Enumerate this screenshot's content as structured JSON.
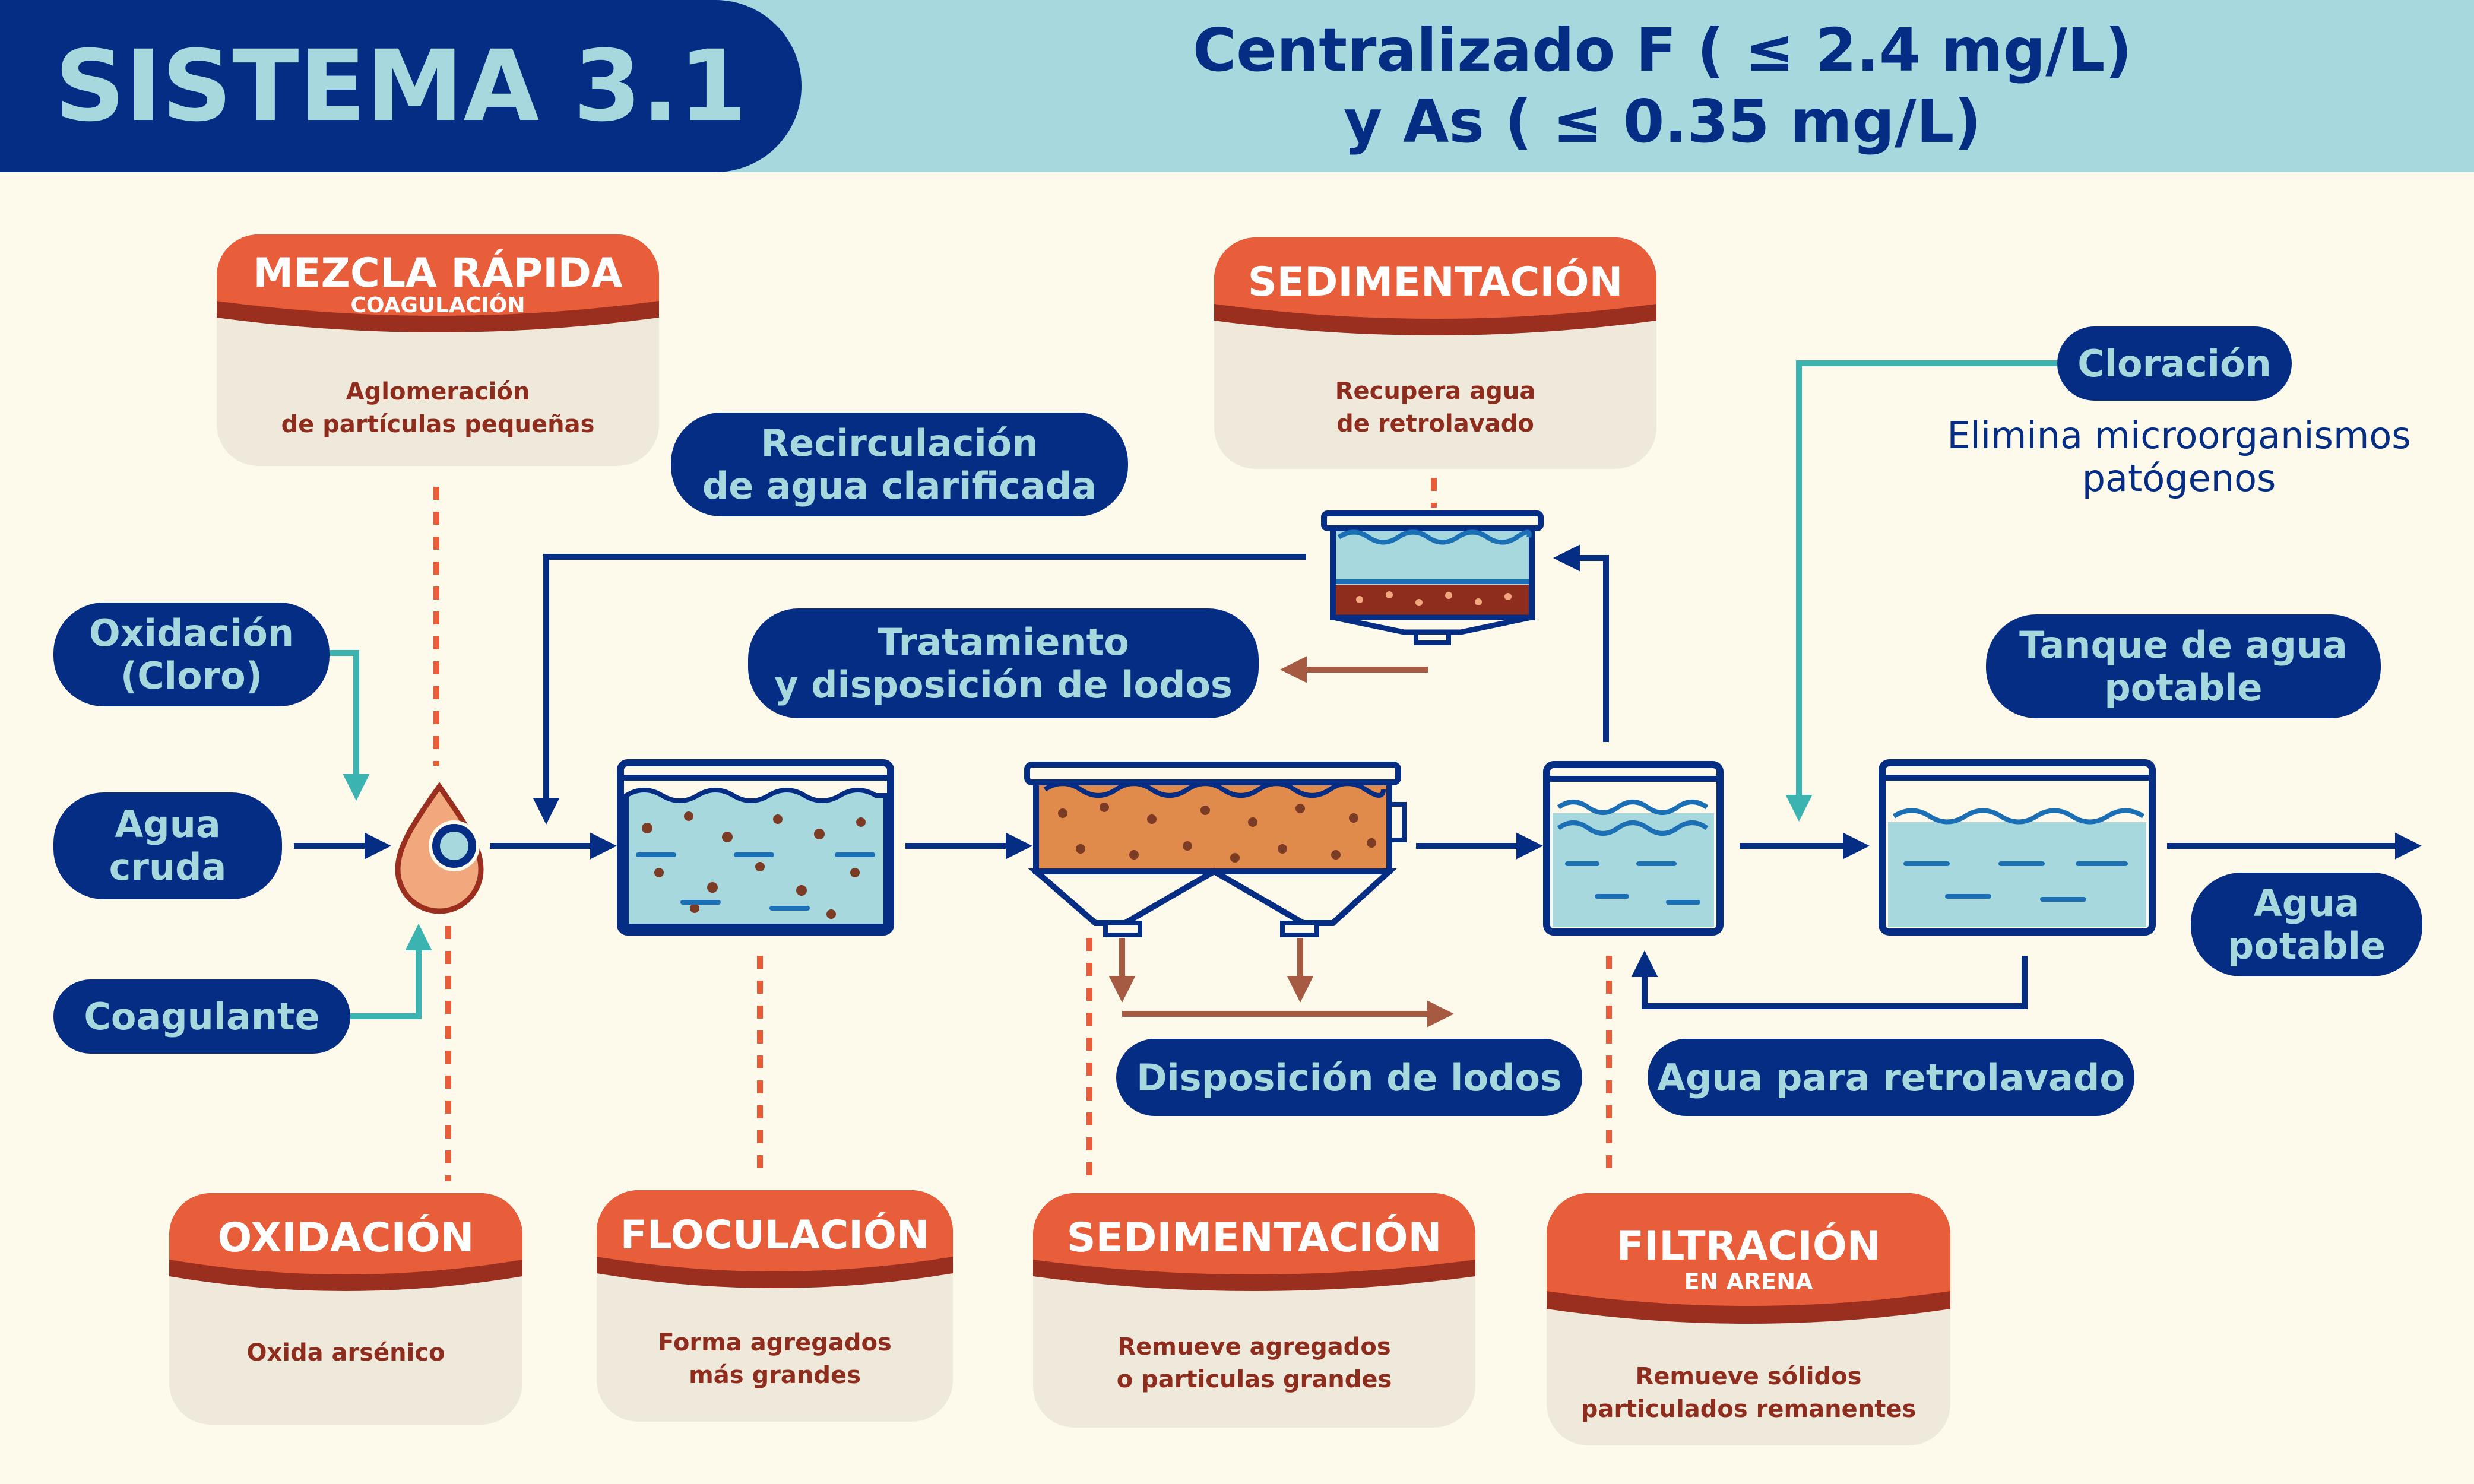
{
  "header": {
    "title": "SISTEMA 3.1",
    "subtitle_line1": "Centralizado F ( ≤ 2.4 mg/L)",
    "subtitle_line2": "y As ( ≤ 0.35 mg/L)"
  },
  "cards": {
    "mezcla": {
      "title": "MEZCLA RÁPIDA",
      "subtitle": "COAGULACIÓN",
      "desc_line1": "Aglomeración",
      "desc_line2": "de partículas pequeñas"
    },
    "sed_top": {
      "title": "SEDIMENTACIÓN",
      "desc_line1": "Recupera agua",
      "desc_line2": "de retrolavado"
    },
    "oxidacion": {
      "title": "OXIDACIÓN",
      "desc_line1": "Oxida arsénico"
    },
    "floculacion": {
      "title": "FLOCULACIÓN",
      "desc_line1": "Forma agregados",
      "desc_line2": "más grandes"
    },
    "sed_bottom": {
      "title": "SEDIMENTACIÓN",
      "desc_line1": "Remueve agregados",
      "desc_line2": "o particulas grandes"
    },
    "filtracion": {
      "title": "FILTRACIÓN",
      "subtitle": "EN ARENA",
      "desc_line1": "Remueve sólidos",
      "desc_line2": "particulados remanentes"
    }
  },
  "labels": {
    "oxidacion_cloro": "Oxidación\n(Cloro)",
    "agua_cruda": "Agua\ncruda",
    "coagulante": "Coagulante",
    "recirculacion": "Recirculación\nde agua clarificada",
    "tratamiento": "Tratamiento\ny disposición de lodos",
    "cloracion": "Cloración",
    "elimina": "Elimina microorganismos\npatógenos",
    "tanque": "Tanque de agua\npotable",
    "agua_potable": "Agua\npotable",
    "disposicion": "Disposición de lodos",
    "retrolavado": "Agua para retrolavado"
  },
  "colors": {
    "navy": "#052d84",
    "light_blue": "#a6d8de",
    "orange": "#e85d3a",
    "dark_red": "#9b2f1f",
    "teal": "#3bb3b0",
    "sludge_brown": "#a65a42",
    "cream": "#fdfaec",
    "card_bg": "#efe9db"
  }
}
